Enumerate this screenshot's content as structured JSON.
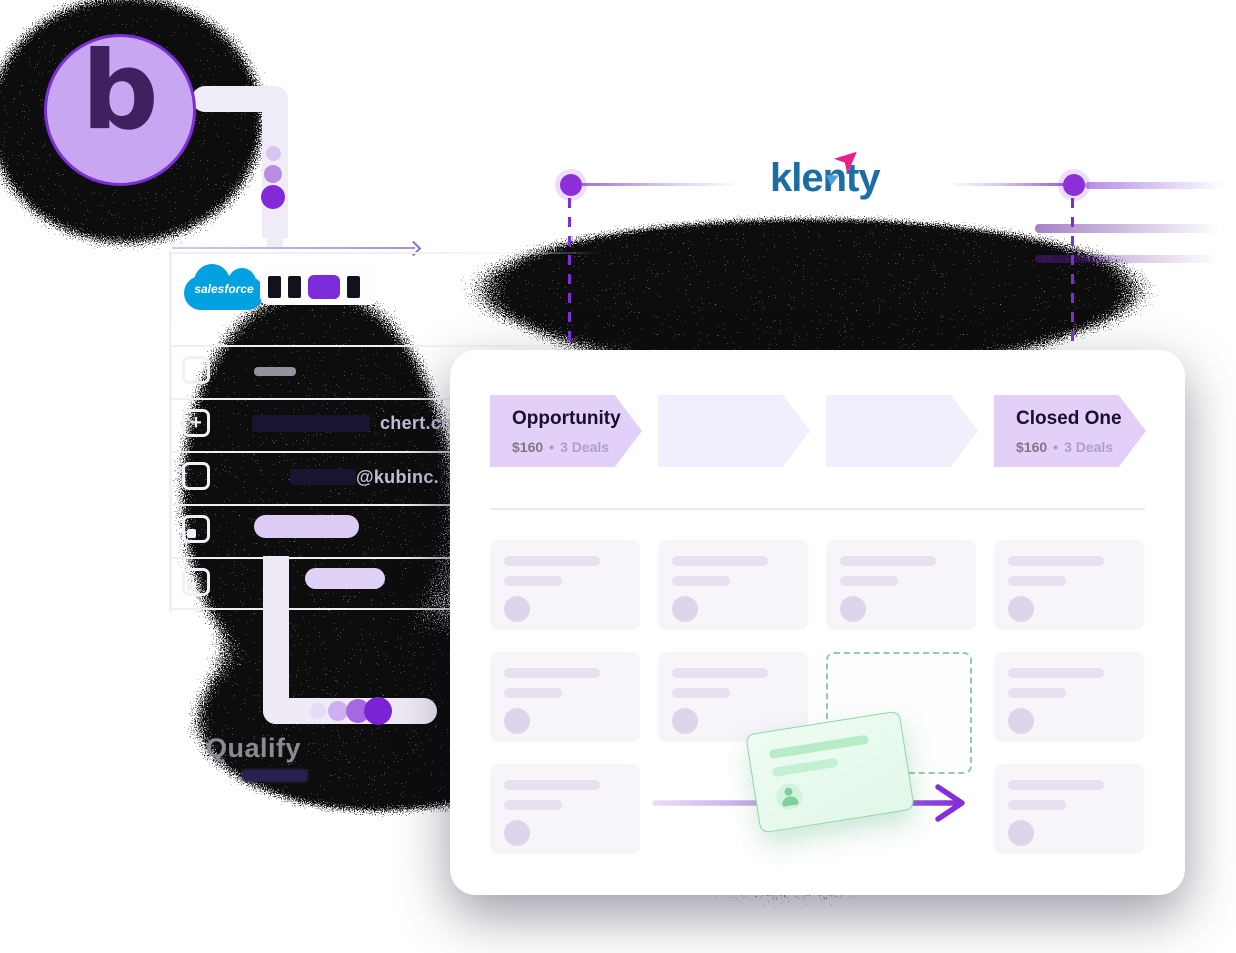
{
  "illustration": {
    "logo_badge": {
      "letter": "b"
    },
    "salesforce": {
      "name": "salesforce"
    },
    "klenty": {
      "name": "klenty"
    },
    "contact_list": {
      "rows": [
        {
          "type": "name-skeleton",
          "fragment": ""
        },
        {
          "type": "email",
          "fragment": "chert.com"
        },
        {
          "type": "email",
          "fragment": "@kubinc."
        },
        {
          "type": "pill-skeleton",
          "fragment": ""
        },
        {
          "type": "pill-skeleton",
          "fragment": ""
        }
      ]
    },
    "qualify_label": "Qualify",
    "board": {
      "stages": [
        {
          "name": "Opportunity",
          "value": "$160",
          "separator": "•",
          "deals": "3 Deals",
          "active": true
        },
        {
          "name": "",
          "value": "",
          "separator": "",
          "deals": "",
          "active": false
        },
        {
          "name": "",
          "value": "",
          "separator": "",
          "deals": "",
          "active": false
        },
        {
          "name": "Closed One",
          "value": "$160",
          "separator": "•",
          "deals": "3 Deals",
          "active": true
        }
      ]
    },
    "colors": {
      "accent_purple": "#7b2bd9",
      "klenty_blue": "#1b6da4",
      "salesforce_blue": "#00a1e0",
      "pink": "#e8218e",
      "mint_green": "#8ad7a2"
    }
  }
}
